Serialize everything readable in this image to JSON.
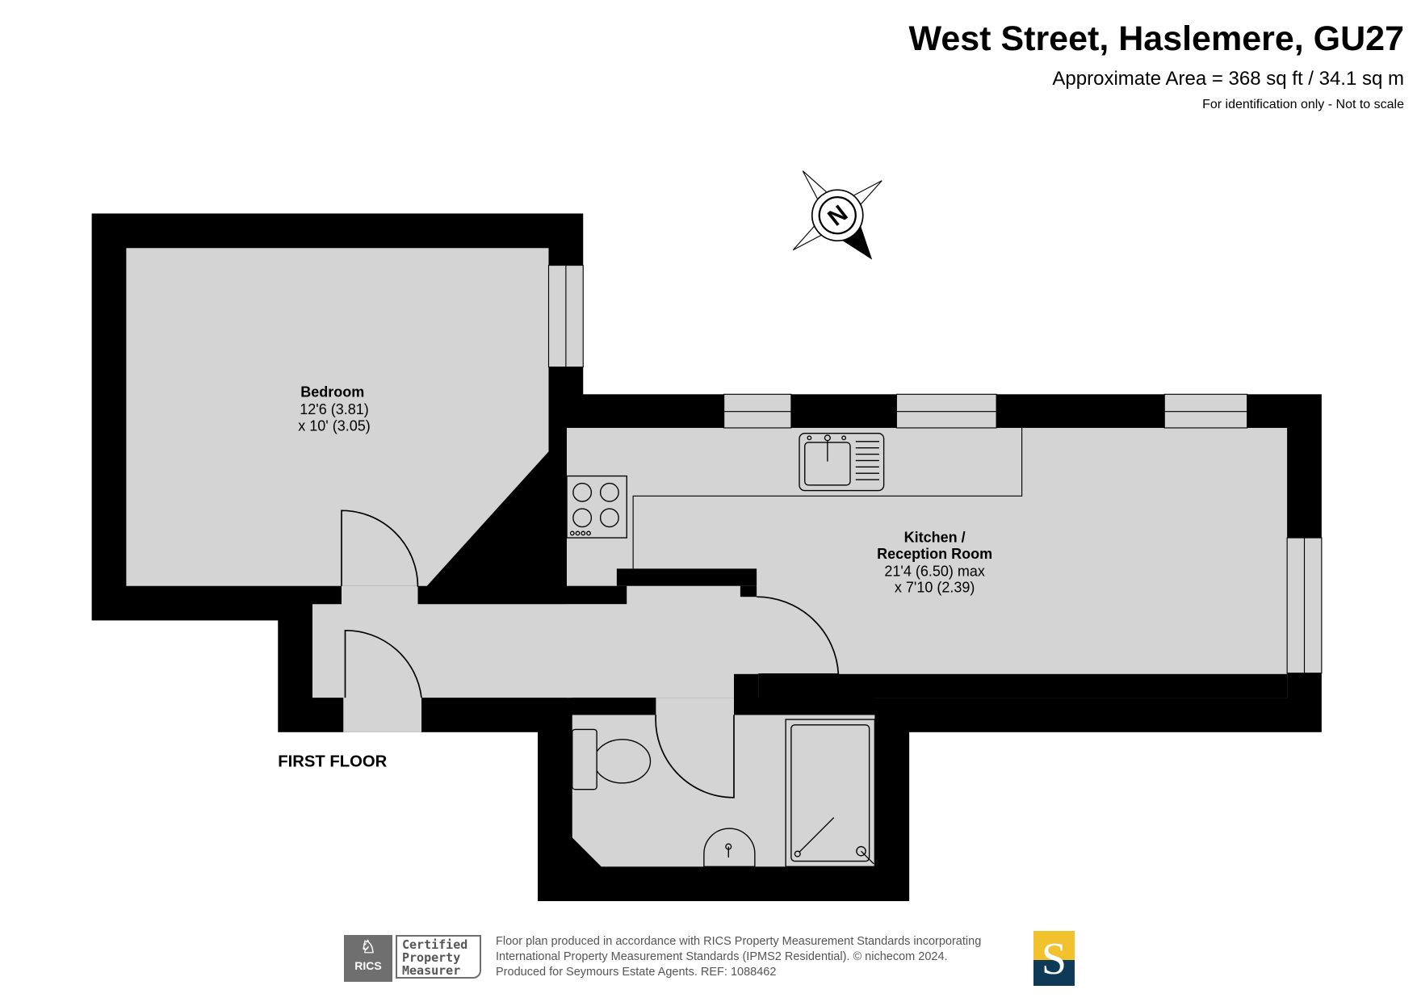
{
  "header": {
    "title": "West Street, Haslemere, GU27",
    "area": "Approximate Area = 368 sq ft / 34.1 sq m",
    "note": "For identification only - Not to scale"
  },
  "compass": {
    "label": "N"
  },
  "rooms": [
    {
      "name": "Bedroom",
      "dim1": "12'6 (3.81)",
      "dim2": "x 10' (3.05)"
    },
    {
      "name1": "Kitchen /",
      "name2": "Reception Room",
      "dim1": "21'4 (6.50) max",
      "dim2": "x 7'10 (2.39)"
    }
  ],
  "floor_label": "FIRST FLOOR",
  "footer": {
    "rics_label": "RICS",
    "certified": [
      "Certified",
      "Property",
      "Measurer"
    ],
    "lines": [
      "Floor plan produced in accordance with RICS Property Measurement Standards incorporating",
      "International Property Measurement Standards (IPMS2 Residential).   © nichecom 2024.",
      "Produced for Seymours Estate Agents.   REF:  1088462"
    ],
    "logo_letter": "S"
  },
  "colors": {
    "wall": "#000000",
    "floor": "#d4d4d4",
    "logo_top": "#f2c12e",
    "logo_bottom": "#0f3a57"
  }
}
